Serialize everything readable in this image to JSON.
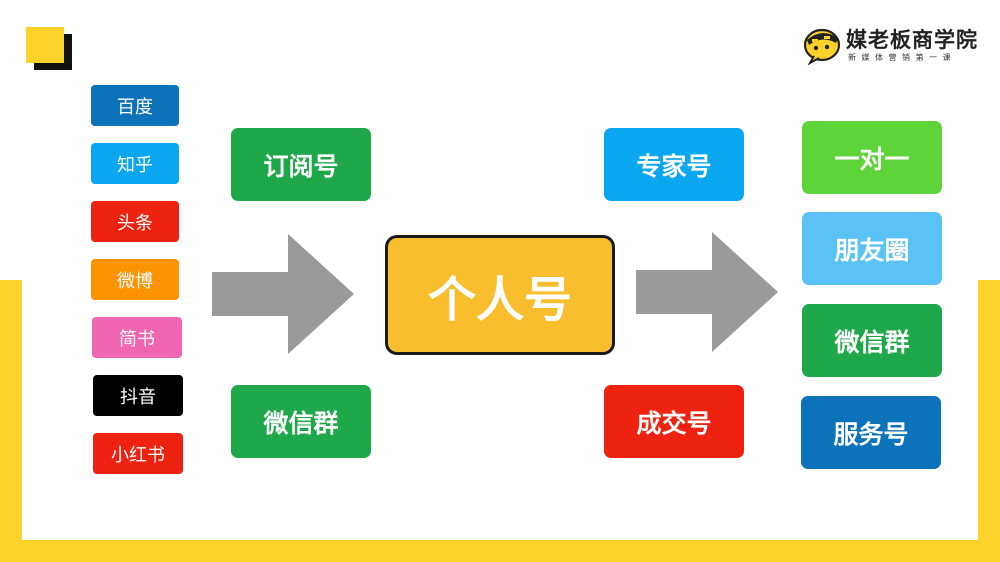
{
  "logo": {
    "title": "媒老板商学院",
    "subtitle": "新媒体营销第一课"
  },
  "platforms": [
    {
      "label": "百度",
      "color": "#0C72BA"
    },
    {
      "label": "知乎",
      "color": "#0AA6F0"
    },
    {
      "label": "头条",
      "color": "#EE2211"
    },
    {
      "label": "微博",
      "color": "#FF9200"
    },
    {
      "label": "简书",
      "color": "#F066B0"
    },
    {
      "label": "抖音",
      "color": "#000000"
    },
    {
      "label": "小红书",
      "color": "#EE2211"
    }
  ],
  "left_boxes": [
    {
      "label": "订阅号",
      "color": "#1EA84A"
    },
    {
      "label": "微信群",
      "color": "#1EA84A"
    }
  ],
  "center": {
    "label": "个人号",
    "color": "#F8BE2E"
  },
  "right_inner_boxes": [
    {
      "label": "专家号",
      "color": "#0AA6F0"
    },
    {
      "label": "成交号",
      "color": "#EE2211"
    }
  ],
  "outcomes": [
    {
      "label": "一对一",
      "color": "#5FD33A"
    },
    {
      "label": "朋友圈",
      "color": "#5BC2F5"
    },
    {
      "label": "微信群",
      "color": "#1EA84A"
    },
    {
      "label": "服务号",
      "color": "#0C72BA"
    }
  ],
  "colors": {
    "frame": "#FDD22A",
    "arrow": "#9A9A9A"
  }
}
